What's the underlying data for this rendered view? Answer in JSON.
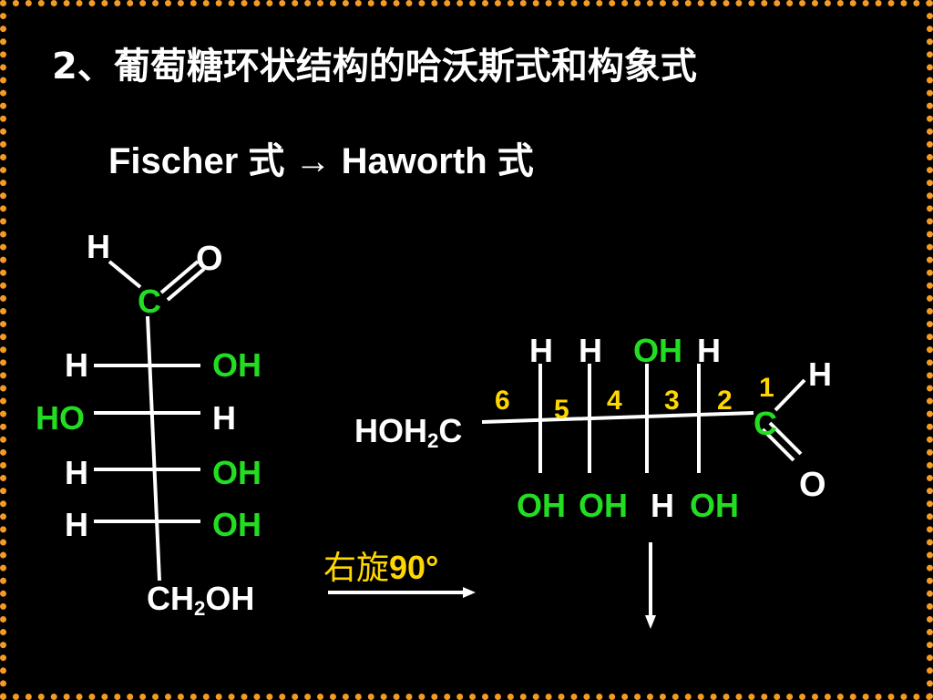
{
  "title": "2、葡萄糖环状结构的哈沃斯式和构象式",
  "subtitle": "Fischer 式 → Haworth 式",
  "colors": {
    "background": "#000000",
    "border": "#f59a23",
    "text": "#ffffff",
    "hydroxyl": "#22dd22",
    "number": "#ffd700"
  },
  "fischer": {
    "aldehyde_h": "H",
    "aldehyde_o": "O",
    "c1": "C",
    "rows": [
      {
        "left": "H",
        "right": "OH"
      },
      {
        "left": "HO",
        "right": "H"
      },
      {
        "left": "H",
        "right": "OH"
      },
      {
        "left": "H",
        "right": "OH"
      }
    ],
    "bottom_main": "CH",
    "bottom_sub": "2",
    "bottom_end": "OH"
  },
  "rotation": {
    "label": "右旋",
    "value": "90°"
  },
  "haworth": {
    "group_main": "HOH",
    "group_sub": "2",
    "group_end": "C",
    "top_labels": [
      "H",
      "H",
      "OH",
      "H"
    ],
    "bottom_labels": [
      "OH",
      "OH",
      "H",
      "OH"
    ],
    "numbers": [
      "6",
      "5",
      "4",
      "3",
      "2",
      "1"
    ],
    "c1": "C",
    "aldehyde_h": "H",
    "aldehyde_o": "O"
  }
}
